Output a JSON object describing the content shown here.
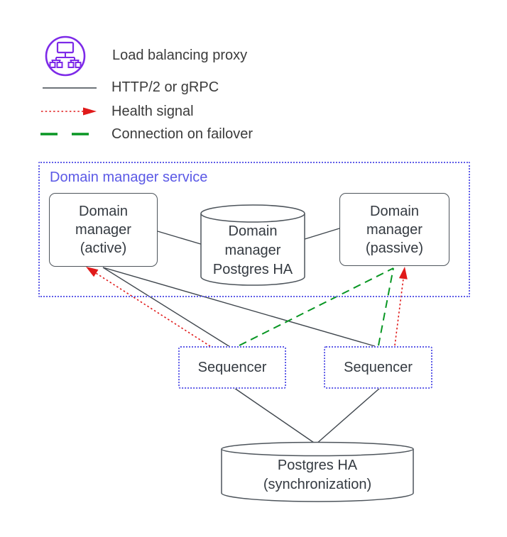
{
  "colors": {
    "purple": "#7d2ae8",
    "blue_dotted": "#5f5de8",
    "red": "#e01a1a",
    "green": "#089623",
    "line_dark": "#3f464d",
    "text_dark": "#343a41"
  },
  "legend": {
    "items": [
      {
        "id": "load-balancing-proxy",
        "label": "Load balancing proxy",
        "symbol": "load-balancer-icon"
      },
      {
        "id": "http2-grpc",
        "label": "HTTP/2 or gRPC",
        "symbol": "solid-line"
      },
      {
        "id": "health-signal",
        "label": "Health signal",
        "symbol": "red-dotted-arrow"
      },
      {
        "id": "connection-on-failover",
        "label": "Connection on failover",
        "symbol": "green-dashed-line"
      }
    ]
  },
  "service_group": {
    "label": "Domain manager service"
  },
  "nodes": {
    "dm_active": {
      "label": "Domain\nmanager\n(active)",
      "shape": "rounded-rect"
    },
    "dm_postgres": {
      "label": "Domain\nmanager\nPostgres HA",
      "shape": "cylinder"
    },
    "dm_passive": {
      "label": "Domain\nmanager\n(passive)",
      "shape": "rounded-rect"
    },
    "sequencer_left": {
      "label": "Sequencer",
      "shape": "dotted-rect"
    },
    "sequencer_right": {
      "label": "Sequencer",
      "shape": "dotted-rect"
    },
    "postgres_sync": {
      "label": "Postgres HA\n(synchronization)",
      "shape": "cylinder"
    }
  },
  "edges": [
    {
      "from": "dm_active",
      "to": "dm_postgres",
      "type": "http2-grpc"
    },
    {
      "from": "dm_postgres",
      "to": "dm_passive",
      "type": "http2-grpc"
    },
    {
      "from": "dm_active",
      "to": "sequencer_left",
      "type": "http2-grpc"
    },
    {
      "from": "dm_active",
      "to": "sequencer_right",
      "type": "http2-grpc"
    },
    {
      "from": "sequencer_left",
      "to": "dm_active",
      "type": "health-signal"
    },
    {
      "from": "sequencer_right",
      "to": "dm_passive",
      "type": "health-signal"
    },
    {
      "from": "sequencer_left",
      "to": "dm_passive",
      "type": "connection-on-failover"
    },
    {
      "from": "sequencer_right",
      "to": "dm_passive",
      "type": "connection-on-failover"
    },
    {
      "from": "sequencer_left",
      "to": "postgres_sync",
      "type": "http2-grpc"
    },
    {
      "from": "sequencer_right",
      "to": "postgres_sync",
      "type": "http2-grpc"
    }
  ]
}
